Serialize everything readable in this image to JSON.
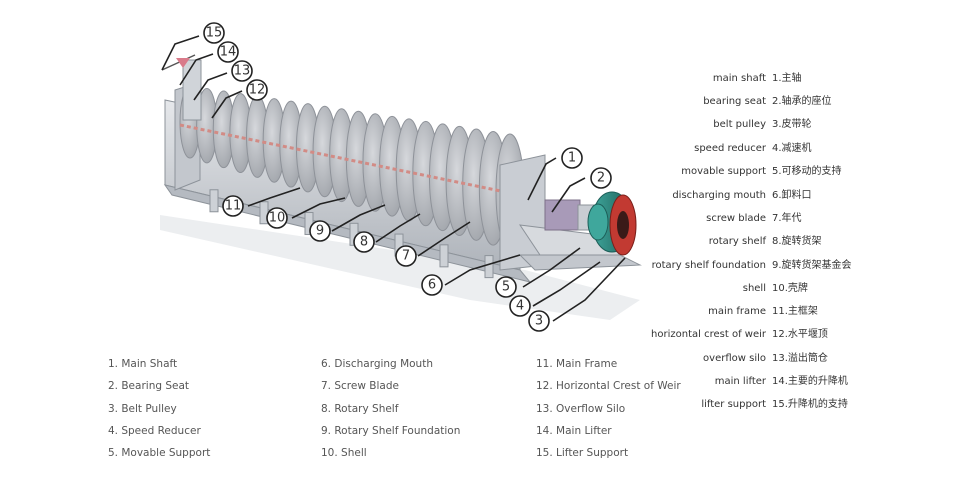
{
  "callouts": [
    "15",
    "14",
    "13",
    "12",
    "1",
    "2",
    "11",
    "10",
    "9",
    "8",
    "7",
    "6",
    "5",
    "4",
    "3"
  ],
  "bottom_legend": {
    "col1": [
      "1. Main Shaft",
      "2. Bearing Seat",
      "3. Belt Pulley",
      "4. Speed Reducer",
      "5. Movable Support"
    ],
    "col2": [
      "6. Discharging Mouth",
      "7. Screw Blade",
      "8. Rotary Shelf",
      "9. Rotary Shelf Foundation",
      "10. Shell"
    ],
    "col3": [
      "11. Main Frame",
      "12. Horizontal Crest of Weir",
      "13. Overflow Silo",
      "14. Main Lifter",
      "15. Lifter Support"
    ]
  },
  "right_legend": [
    {
      "en": "main shaft",
      "zh": "1.主轴"
    },
    {
      "en": "bearing seat",
      "zh": "2.轴承的座位"
    },
    {
      "en": "belt pulley",
      "zh": "3.皮带轮"
    },
    {
      "en": "speed reducer",
      "zh": "4.减速机"
    },
    {
      "en": "movable support",
      "zh": "5.可移动的支持"
    },
    {
      "en": "discharging mouth",
      "zh": "6.卸料口"
    },
    {
      "en": "screw blade",
      "zh": "7.年代"
    },
    {
      "en": "rotary shelf",
      "zh": "8.旋转货架"
    },
    {
      "en": "rotary shelf foundation",
      "zh": "9.旋转货架基金会"
    },
    {
      "en": "shell",
      "zh": "10.壳牌"
    },
    {
      "en": "main frame",
      "zh": "11.主框架"
    },
    {
      "en": "horizontal crest of weir",
      "zh": "12.水平堰顶"
    },
    {
      "en": "overflow silo",
      "zh": "13.溢出筒仓"
    },
    {
      "en": "main lifter",
      "zh": "14.主要的升降机"
    },
    {
      "en": "lifter support",
      "zh": "15.升降机的支持"
    }
  ],
  "colors": {
    "frame": "#c9cdd3",
    "frame_dark": "#9aa0a8",
    "blade": "#b9bcc2",
    "blade_edge": "#8e9299",
    "shaft_stripe": "#d28b85",
    "pulley": "#2e8f86",
    "pulley_dark": "#1f5f5a",
    "pulley_rim": "#c23a32",
    "reducer": "#a89ab8"
  }
}
